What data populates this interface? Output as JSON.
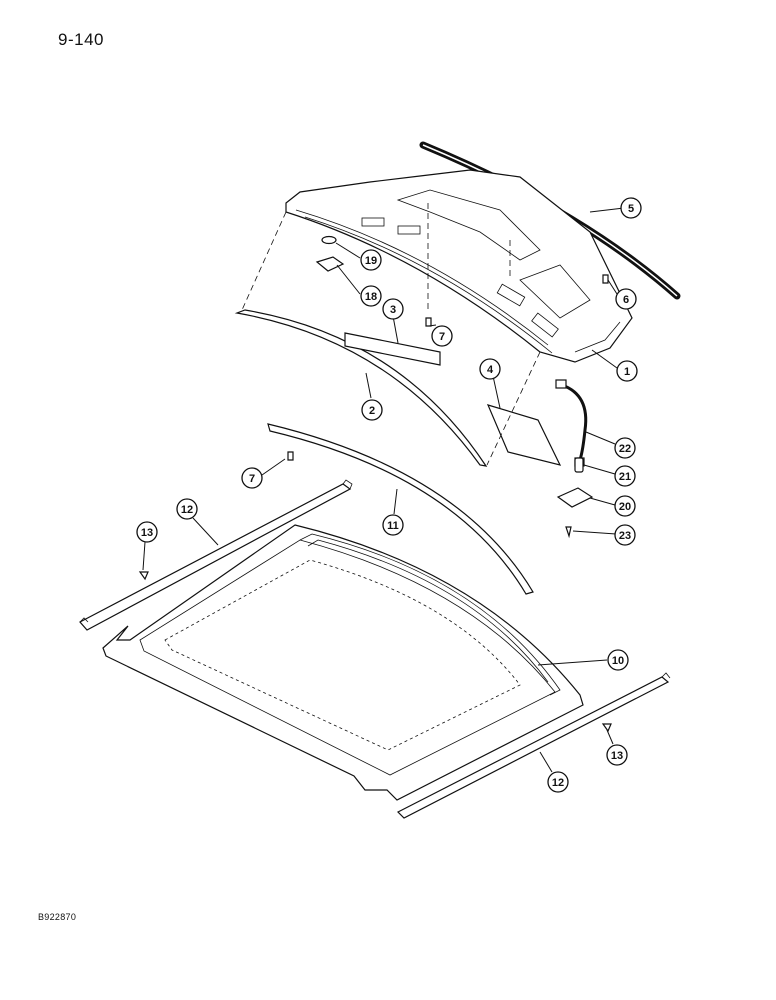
{
  "page_number": "9-140",
  "drawing_code": "B922870",
  "callouts": [
    {
      "id": "c5",
      "label": "5"
    },
    {
      "id": "c19",
      "label": "19"
    },
    {
      "id": "c18",
      "label": "18"
    },
    {
      "id": "c3",
      "label": "3"
    },
    {
      "id": "c7a",
      "label": "7"
    },
    {
      "id": "c6",
      "label": "6"
    },
    {
      "id": "c1",
      "label": "1"
    },
    {
      "id": "c4",
      "label": "4"
    },
    {
      "id": "c2",
      "label": "2"
    },
    {
      "id": "c22",
      "label": "22"
    },
    {
      "id": "c21",
      "label": "21"
    },
    {
      "id": "c7b",
      "label": "7"
    },
    {
      "id": "c20",
      "label": "20"
    },
    {
      "id": "c12a",
      "label": "12"
    },
    {
      "id": "c11",
      "label": "11"
    },
    {
      "id": "c13a",
      "label": "13"
    },
    {
      "id": "c23",
      "label": "23"
    },
    {
      "id": "c10",
      "label": "10"
    },
    {
      "id": "c13b",
      "label": "13"
    },
    {
      "id": "c12b",
      "label": "12"
    }
  ]
}
